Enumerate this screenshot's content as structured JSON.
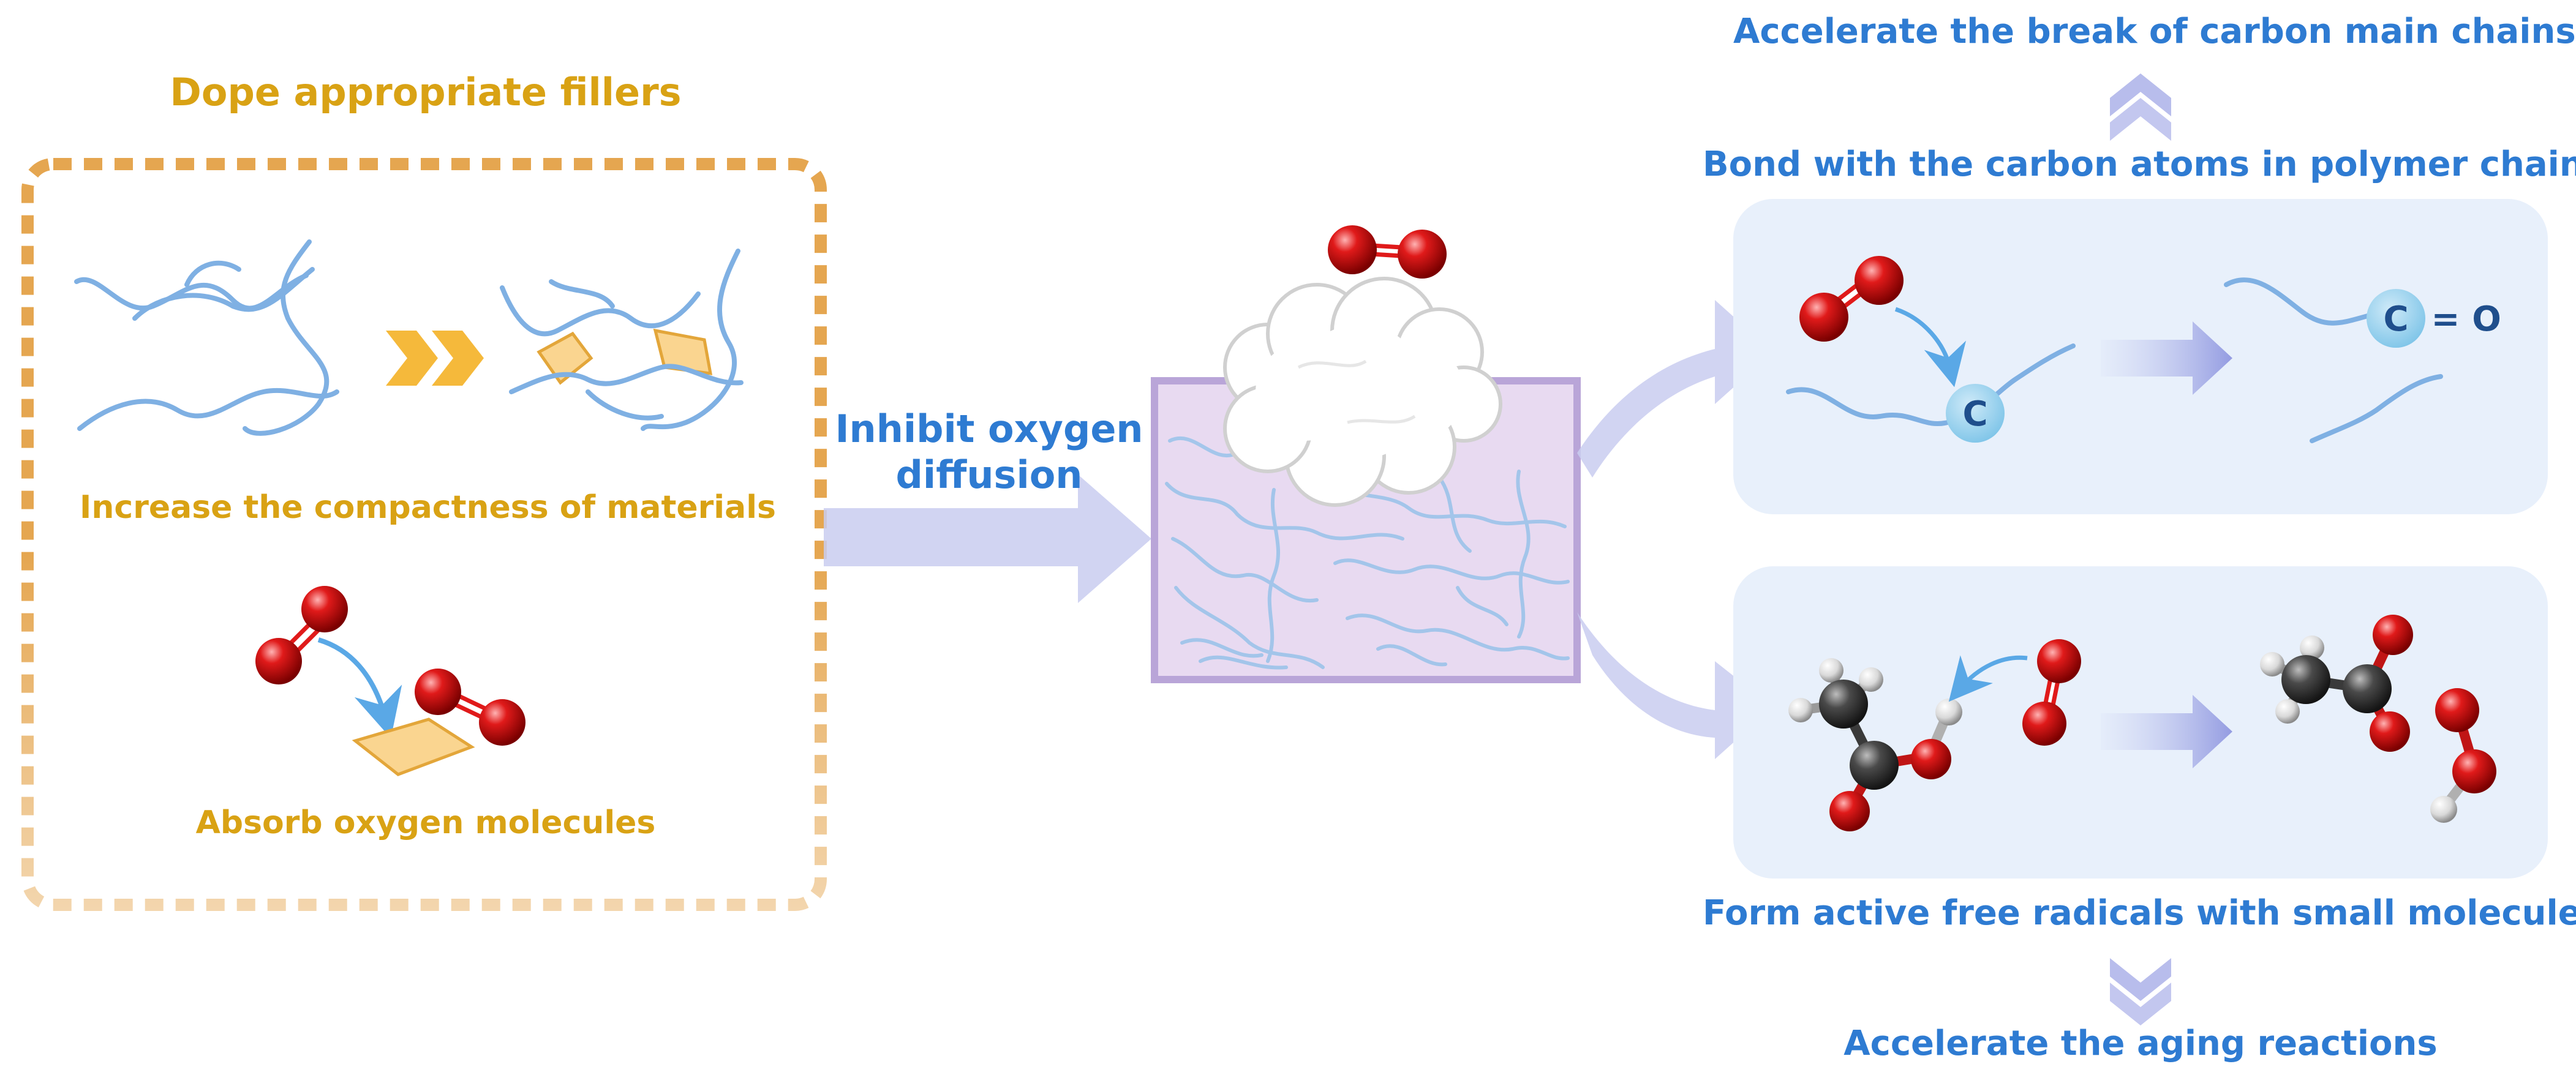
{
  "left_panel": {
    "title": "Dope appropriate fillers",
    "caption_top": "Increase the compactness of materials",
    "caption_bottom": "Absorb oxygen molecules"
  },
  "center": {
    "arrow_label_line1": "Inhibit oxygen",
    "arrow_label_line2": "diffusion"
  },
  "top_path": {
    "result": "Accelerate the break of carbon main chains",
    "mechanism": "Bond with the carbon atoms in polymer chains",
    "carbon_label": "C",
    "carbonyl_carbon": "C",
    "carbonyl_bond": "=",
    "carbonyl_oxygen": "O"
  },
  "bottom_path": {
    "mechanism": "Form active free radicals with small molecules",
    "result": "Accelerate the aging reactions"
  },
  "colors": {
    "gold_text": "#D9A214",
    "blue_text": "#2E7BD2",
    "dashed_border": "#E5A650",
    "fiber": "#7FB0E3",
    "filler": "#FAD590",
    "oxygen": "#E0151B",
    "carbon_atom": "#4A4A4A",
    "hydrogen_atom": "#E8E8E8",
    "panel_bg": "#E8F0FB",
    "arrow": "#C9CDF0",
    "material_fill": "#E8DAF1",
    "material_border": "#B9A5D8"
  }
}
